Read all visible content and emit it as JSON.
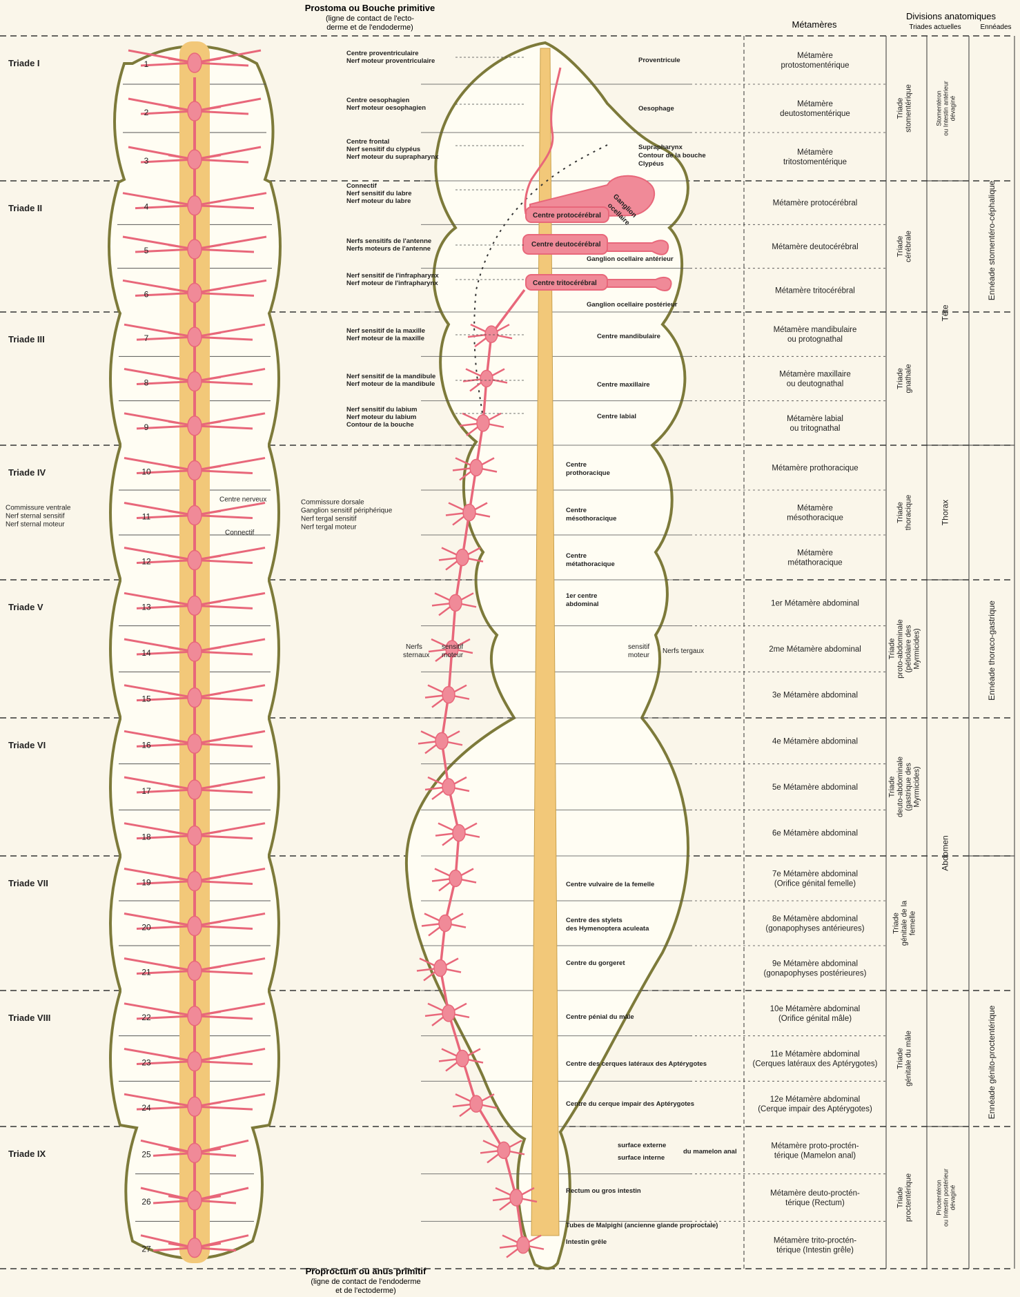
{
  "top_caption": [
    "Prostoma ou Bouche primitive",
    "(ligne de contact de l'ecto-",
    "derme et de l'endoderme)"
  ],
  "bottom_caption": [
    "Proproctum ou anus primitif",
    "(ligne de contact de l'endoderme",
    "et de l'ectoderme)"
  ],
  "col_header_metameres": "Métamères",
  "col_header_divisions": "Divisions anatomiques",
  "col_header_triades_actuelles": "Triades actuelles",
  "col_header_enneades": "Ennéades",
  "triad_labels": [
    "Triade I",
    "Triade II",
    "Triade III",
    "Triade IV",
    "Triade V",
    "Triade VI",
    "Triade VII",
    "Triade VIII",
    "Triade IX"
  ],
  "segment_numbers": [
    "1",
    "2",
    "3",
    "4",
    "5",
    "6",
    "7",
    "8",
    "9",
    "10",
    "11",
    "12",
    "13",
    "14",
    "15",
    "16",
    "17",
    "18",
    "19",
    "20",
    "21",
    "22",
    "23",
    "24",
    "25",
    "26",
    "27"
  ],
  "segment_callouts": {
    "left": [
      "Commissure ventrale",
      "Nerf sternal sensitif",
      "Nerf sternal moteur"
    ],
    "right": [
      "Commissure dorsale",
      "Ganglion sensitif périphérique",
      "Nerf tergal sensitif",
      "Nerf tergal moteur"
    ],
    "centre_nerveux": "Centre nerveux",
    "connectif": "Connectif"
  },
  "insect_left_labels": [
    [
      "Centre proventriculaire",
      "Nerf moteur proventriculaire"
    ],
    [
      "Centre oesophagien",
      "Nerf moteur oesophagien"
    ],
    [
      "Centre frontal",
      "Nerf sensitif du clypéus",
      "Nerf moteur du suprapharynx"
    ],
    [
      "Connectif",
      "Nerf sensitif du labre",
      "Nerf moteur du labre"
    ],
    [
      "Nerfs sensitifs de l'antenne",
      "Nerfs moteurs de l'antenne"
    ],
    [
      "Nerf sensitif de l'infrapharynx",
      "Nerf moteur de l'infrapharynx"
    ],
    [
      "Nerf sensitif de la maxille",
      "Nerf moteur de la maxille"
    ],
    [
      "Nerf sensitif de la mandibule",
      "Nerf moteur de la mandibule"
    ],
    [
      "Nerf sensitif du labium",
      "Nerf moteur du labium",
      "Contour de la bouche"
    ]
  ],
  "insect_right_labels": [
    [
      "Proventricule"
    ],
    [
      "Oesophage"
    ],
    [
      "Suprapharynx",
      "Contour de la bouche",
      "Clypéus"
    ],
    [
      "Ganglion ocellaire antérieur"
    ],
    [
      "Ganglion ocellaire postérieur"
    ],
    [
      "Centre mandibulaire"
    ],
    [
      "Centre maxillaire"
    ],
    [
      "Centre labial"
    ],
    [
      "Centre",
      "prothoracique"
    ],
    [
      "Centre",
      "mésothoracique"
    ],
    [
      "Centre",
      "métathoracique"
    ],
    [
      "1er centre",
      "abdominal"
    ],
    [
      "Centre vulvaire de la femelle"
    ],
    [
      "Centre des stylets",
      "des Hymenoptera aculeata"
    ],
    [
      "Centre du gorgeret"
    ],
    [
      "Centre pénial du mâle"
    ],
    [
      "Centre des cerques latéraux des Aptérygotes"
    ],
    [
      "Centre du cerque impair des Aptérygotes"
    ],
    [
      "Rectum ou gros intestin"
    ],
    [
      "Tubes de Malpighi (ancienne glande proproctale)"
    ],
    [
      "Intestin grêle"
    ]
  ],
  "ganglion_labels": [
    "Centre protocérébral",
    "Centre deutocérébral",
    "Centre tritocérébral",
    "Ganglion",
    "ocellaire"
  ],
  "nerfs_sternaux": [
    "Nerfs",
    "sternaux",
    "sensitif",
    "moteur"
  ],
  "nerfs_tergaux": [
    "sensitif",
    "moteur",
    "Nerfs tergaux"
  ],
  "mamelon": [
    "surface externe",
    "surface interne",
    "du mamelon anal"
  ],
  "metameres": [
    [
      "Métamère",
      "protostomentérique"
    ],
    [
      "Métamère",
      "deutostomentérique"
    ],
    [
      "Métamère",
      "tritostomentérique"
    ],
    [
      "Métamère protocérébral"
    ],
    [
      "Métamère deutocérébral"
    ],
    [
      "Métamère tritocérébral"
    ],
    [
      "Métamère mandibulaire",
      "ou protognathal"
    ],
    [
      "Métamère maxillaire",
      "ou deutognathal"
    ],
    [
      "Métamère labial",
      "ou tritognathal"
    ],
    [
      "Métamère prothoracique"
    ],
    [
      "Métamère",
      "mésothoracique"
    ],
    [
      "Métamère",
      "métathoracique"
    ],
    [
      "1er Métamère abdominal"
    ],
    [
      "2me Métamère abdominal"
    ],
    [
      "3e Métamère abdominal"
    ],
    [
      "4e Métamère abdominal"
    ],
    [
      "5e Métamère abdominal"
    ],
    [
      "6e Métamère abdominal"
    ],
    [
      "7e Métamère abdominal",
      "(Orifice génital femelle)"
    ],
    [
      "8e Métamère abdominal",
      "(gonapophyses antérieures)"
    ],
    [
      "9e Métamère abdominal",
      "(gonapophyses postérieures)"
    ],
    [
      "10e Métamère abdominal",
      "(Orifice génital mâle)"
    ],
    [
      "11e Métamère abdominal",
      "(Cerques latéraux des Aptérygotes)"
    ],
    [
      "12e Métamère abdominal",
      "(Cerque impair des Aptérygotes)"
    ],
    [
      "Métamère proto-proctén-",
      "térique (Mamelon anal)"
    ],
    [
      "Métamère deuto-proctén-",
      "térique (Rectum)"
    ],
    [
      "Métamère trito-proctén-",
      "térique (Intestin grêle)"
    ]
  ],
  "triades_actuelles": [
    [
      "Triade",
      "stomentérique"
    ],
    [
      "Triade",
      "cérébrale"
    ],
    [
      "Triade",
      "gnathale"
    ],
    [
      "Triade",
      "thoracique"
    ],
    [
      "Triade",
      "proto-abdominale",
      "(pétiolaire des",
      "Myrmicides)"
    ],
    [
      "Triade",
      "deuto-abdominale",
      "(gastrique des",
      "Myrmicides)"
    ],
    [
      "Triade",
      "génitale de la",
      "femelle"
    ],
    [
      "Triade",
      "génitale du mâle"
    ],
    [
      "Triade",
      "proctentérique"
    ]
  ],
  "regions": [
    [
      "Stomentéron",
      "ou Intestin antérieur",
      "dévaginé"
    ],
    [
      "Tête"
    ],
    [
      "Thorax"
    ],
    [
      "Abdomen"
    ],
    [
      "Proctentéron",
      "ou Intestin postérieur",
      "dévaginé"
    ]
  ],
  "enneades": [
    "Ennéade stomentéro-céphalique",
    "Ennéade thoraco-gastrique",
    "Ennéade génito-proctentérique"
  ],
  "colors": {
    "gut": "#f2c879",
    "nerve": "#e8677a",
    "nerve_fill": "#f08a98",
    "outline": "#7d7a3a",
    "ink": "#222222",
    "paper": "#faf6ea"
  }
}
